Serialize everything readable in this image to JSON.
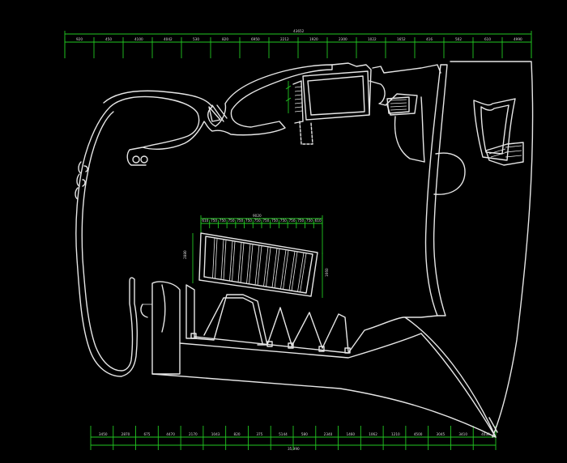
{
  "drawing": {
    "top_dimensions": {
      "total": "43652",
      "segments": [
        "920",
        "450",
        "4100",
        "4042",
        "530",
        "820",
        "6950",
        "2212",
        "1920",
        "2300",
        "1022",
        "1652",
        "416",
        "502",
        "610",
        "4990"
      ]
    },
    "bottom_dimensions": {
      "total": "35,990",
      "segments": [
        "3450",
        "2870",
        "675",
        "4470",
        "2170",
        "1043",
        "820",
        "375",
        "5144",
        "580",
        "2340",
        "1460",
        "1062",
        "1210",
        "4500",
        "3045",
        "3410",
        "4030"
      ]
    },
    "stair_dimensions": {
      "total": "9020",
      "segments": [
        "610",
        "750",
        "750",
        "750",
        "750",
        "750",
        "750",
        "750",
        "750",
        "750",
        "750",
        "750",
        "750",
        "610"
      ],
      "left_height": "2880",
      "right_height": "1660"
    },
    "colors": {
      "background": "#000000",
      "linework": "#e6e6e6",
      "dimension_lines": "#22c722",
      "dimension_text": "#d8d8d8"
    }
  }
}
